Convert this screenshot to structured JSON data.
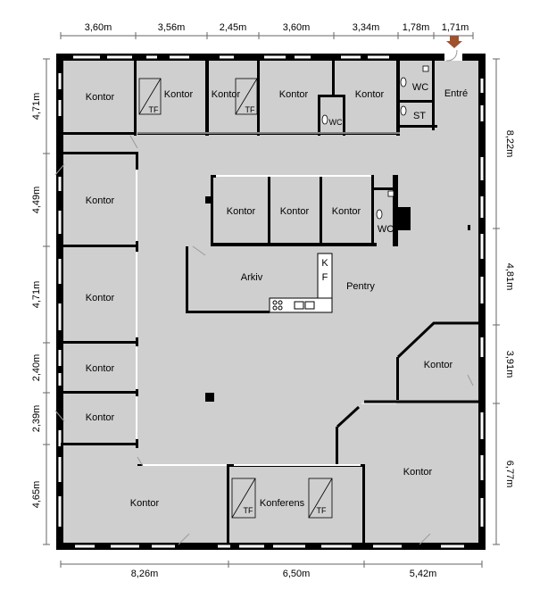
{
  "dimensions": {
    "top": [
      "3,60m",
      "3,56m",
      "2,45m",
      "3,60m",
      "3,34m",
      "1,78m",
      "1,71m"
    ],
    "left": [
      "4,71m",
      "4,49m",
      "4,71m",
      "2,40m",
      "2,39m",
      "4,65m"
    ],
    "right": [
      "8,22m",
      "4,81m",
      "3,91m",
      "6,77m"
    ],
    "bottom": [
      "8,26m",
      "6,50m",
      "5,42m"
    ]
  },
  "rooms": {
    "kontor": "Kontor",
    "wc": "WC",
    "entre": "Entré",
    "st": "ST",
    "arkiv": "Arkiv",
    "pentry": "Pentry",
    "konferens": "Konferens",
    "tf": "TF",
    "k": "K",
    "f": "F"
  },
  "colors": {
    "floor": "#cfcfcf",
    "wall": "#000000",
    "entrance_arrow": "#a0522d"
  }
}
